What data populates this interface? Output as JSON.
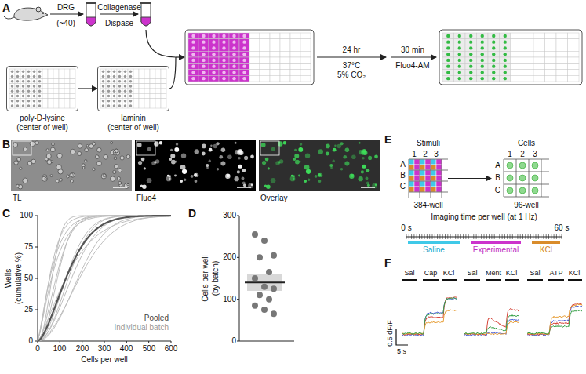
{
  "diagram": {
    "nodes": [
      {
        "text": [
          "poly-D-lysine",
          "(center of well)"
        ]
      },
      {
        "text": [
          "laminin",
          "(center of well)"
        ]
      },
      {
        "text": [
          "Stimuli",
          "384-well"
        ]
      },
      {
        "text": [
          "Cells",
          "96-well"
        ]
      }
    ],
    "edges": [
      {
        "from": 0,
        "to": 1,
        "arrow": "to"
      },
      {
        "from": 2,
        "to": 3,
        "arrow": "to"
      }
    ],
    "labels": [
      "A",
      "DRG",
      "(~40)",
      "Collagenase",
      "Dispase",
      "24 hr",
      "37°C",
      "5% CO₂",
      "30 min",
      "Fluo4-AM",
      "B",
      "TL",
      "Fluo4",
      "Overlay",
      "C",
      "100",
      "75",
      "50",
      "25",
      "0",
      "Wells",
      "(cumulative %)",
      "0",
      "100",
      "200",
      "300",
      "400",
      "500",
      "600",
      "Cells per well",
      "Pooled",
      "Individual batch",
      "D",
      "300",
      "200",
      "100",
      "0",
      "Cells per well",
      "(by batch)",
      "E",
      "1",
      "2",
      "3",
      "A",
      "B",
      "C",
      "1",
      "2",
      "3",
      "A",
      "B",
      "C",
      "Imaging time per well (at 1 Hz)",
      "0 s",
      "60 s",
      "Saline",
      "Experimental",
      "KCl",
      "F",
      "Sal",
      "Cap",
      "KCl",
      "Sal",
      "Ment",
      "KCl",
      "Sal",
      "ATP",
      "KCl",
      "0.5 dF/F",
      "5 s"
    ]
  }
}
